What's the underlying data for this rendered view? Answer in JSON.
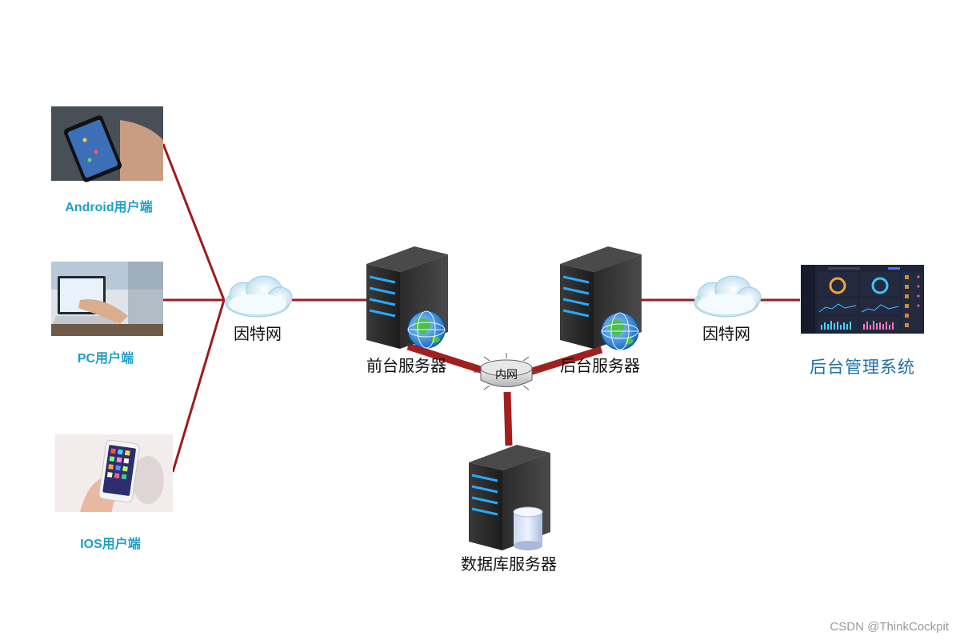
{
  "clients": [
    {
      "label": "Android用户端"
    },
    {
      "label": "PC用户端"
    },
    {
      "label": "IOS用户端"
    }
  ],
  "clouds": [
    {
      "label": "因特网"
    },
    {
      "label": "因特网"
    }
  ],
  "servers": {
    "front": {
      "label": "前台服务器"
    },
    "back": {
      "label": "后台服务器"
    },
    "database": {
      "label": "数据库服务器"
    }
  },
  "hub": {
    "label": "内网"
  },
  "admin": {
    "label": "后台管理系统"
  },
  "watermark": "CSDN @ThinkCockpit",
  "colors": {
    "link_line": "#9e1b1b",
    "intranet_line": "#a31f1f",
    "client_text": "#1f9fc4",
    "admin_text": "#1e6fa8"
  }
}
